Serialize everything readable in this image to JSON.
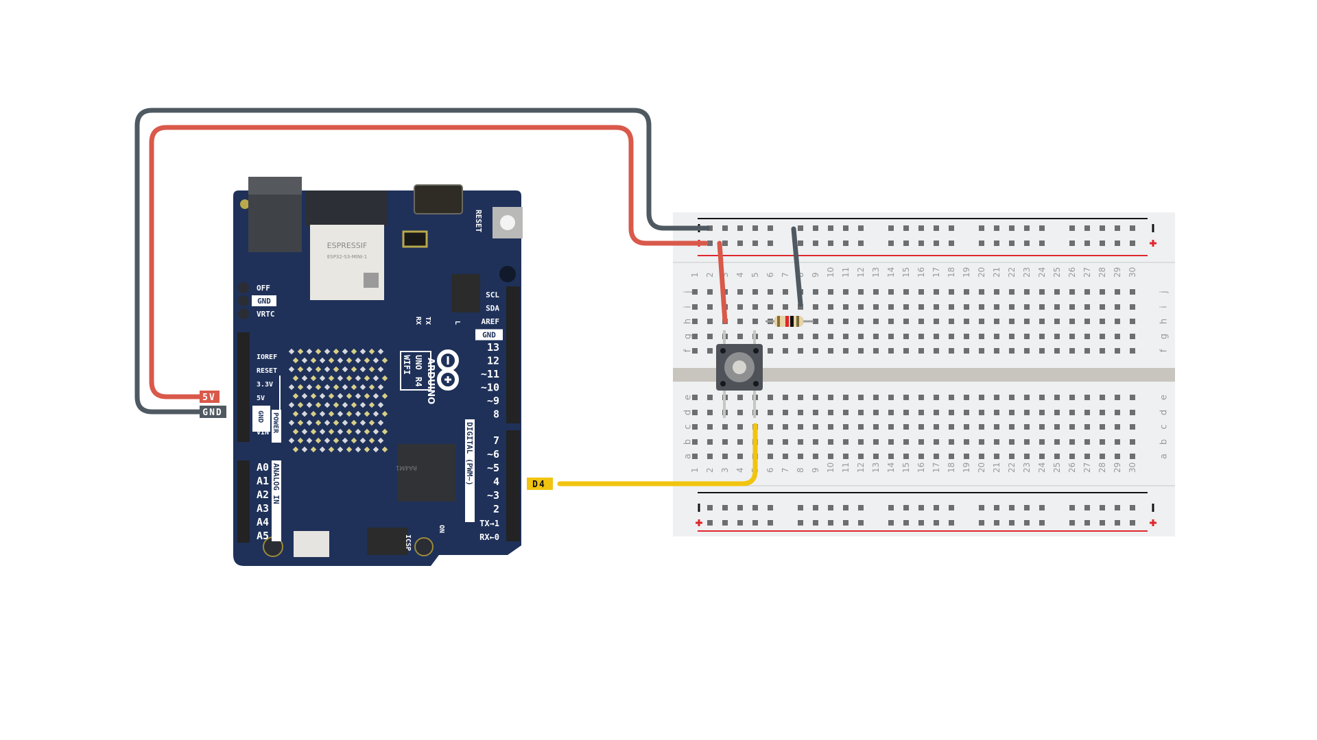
{
  "diagram": {
    "title": "Arduino UNO R4 WiFi pushbutton circuit",
    "colors": {
      "wire_gnd": "#4f5961",
      "wire_5v": "#d9594a",
      "wire_signal": "#f1c40f",
      "board": "#1f3159",
      "breadboard": "#eef0f1",
      "rail_red": "#e0262c",
      "rail_black": "#111111",
      "hole": "#6d6e70",
      "channel": "#c8c5bf"
    },
    "board": {
      "name": "ARDUINO",
      "model_top": "UNO",
      "model_rev": "R4",
      "model_variant": "WIFI",
      "module_brand": "ESPRESSIF",
      "module_part": "ESP32-S3-MINI-1",
      "mcu_label": "RA4M1",
      "reset_label": "RESET",
      "icsp_label": "ICSP",
      "on_label": "ON",
      "tx_led": "TX",
      "rx_led": "RX",
      "l_led": "L",
      "top_left_pins": [
        "OFF",
        "GND",
        "VRTC"
      ],
      "power_pins": [
        "IOREF",
        "RESET",
        "3.3V",
        "5V",
        "GND",
        "VIN"
      ],
      "power_header": "POWER",
      "analog_pins": [
        "A0",
        "A1",
        "A2",
        "A3",
        "A4",
        "A5"
      ],
      "analog_header": "ANALOG IN",
      "digital_top_pins": [
        "SCL",
        "SDA",
        "AREF",
        "GND",
        "13",
        "12",
        "~11",
        "~10",
        "~9",
        "8"
      ],
      "digital_bottom_pins": [
        "7",
        "~6",
        "~5",
        "4",
        "~3",
        "2",
        "TX→1",
        "RX←0"
      ],
      "digital_header": "DIGITAL (PWM~)"
    },
    "pin_tags": {
      "five_v": "5V",
      "gnd": "GND",
      "d4": "D4"
    },
    "breadboard": {
      "columns": 30,
      "top_rows": [
        "j",
        "i",
        "h",
        "g",
        "f"
      ],
      "bottom_rows": [
        "e",
        "d",
        "c",
        "b",
        "a"
      ],
      "rail_minus": "−",
      "rail_plus": "+"
    },
    "components": {
      "resistor_bands": [
        "#8a6d2f",
        "#e0262c",
        "#111111",
        "#7a6a3a"
      ],
      "pushbutton": "tactile pushbutton"
    },
    "connections": [
      {
        "from": "GND",
        "to": "breadboard top − rail",
        "color": "gnd"
      },
      {
        "from": "5V",
        "to": "breadboard top + rail",
        "color": "5v"
      },
      {
        "from": "+ rail",
        "to": "column 3 row h",
        "color": "5v"
      },
      {
        "from": "− rail",
        "to": "column 8 row i",
        "color": "gnd"
      },
      {
        "from": "D4",
        "to": "column 5 row c",
        "color": "signal"
      }
    ]
  }
}
